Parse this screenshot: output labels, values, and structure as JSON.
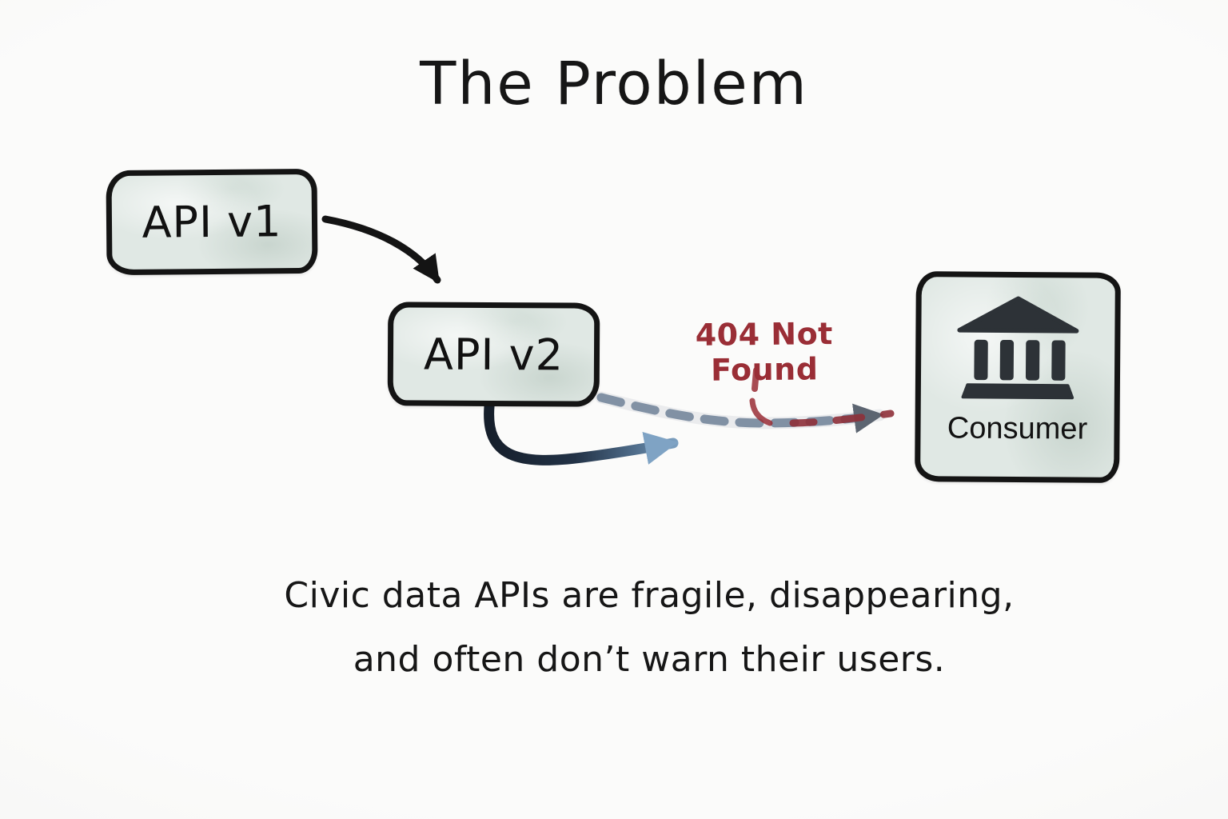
{
  "title": "The Problem",
  "diagram": {
    "api_v1": {
      "label": "API v1"
    },
    "api_v2": {
      "label": "API v2"
    },
    "error_label": "404 Not Found",
    "consumer": {
      "label": "Consumer",
      "icon": "bank-icon"
    },
    "arrows": [
      {
        "name": "v1-to-v2",
        "style": "solid black curved"
      },
      {
        "name": "v2-to-consumer-broken",
        "style": "dashed slate with red dashes, 404 annotation"
      },
      {
        "name": "v2-fading-response",
        "style": "solid gradient dark-to-steel-blue curved"
      }
    ]
  },
  "caption": {
    "line1": "Civic data APIs are fragile, disappearing,",
    "line2": "and often don’t warn their users."
  },
  "colors": {
    "background": "#fbfbfa",
    "box_fill": "#e0e8e4",
    "box_border": "#141414",
    "ink": "#161616",
    "error_red": "#9a2e36",
    "dash_slate": "#8191a4",
    "dash_red": "#8e3038",
    "arrow_head_slate": "#5c6571",
    "arrow_dark": "#161f2b",
    "arrow_steel_blue": "#7fa3c4",
    "icon_charcoal": "#2d3237"
  }
}
